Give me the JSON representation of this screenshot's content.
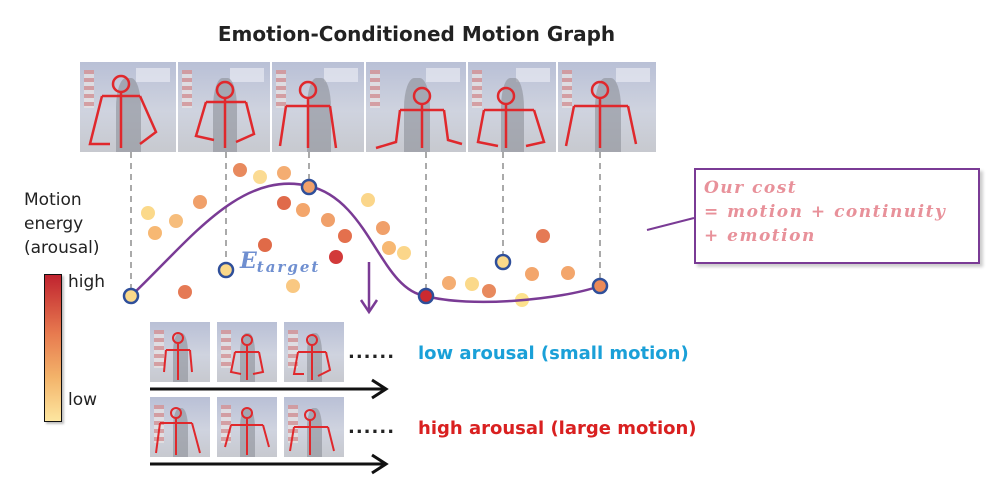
{
  "title": "Emotion-Conditioned Motion Graph",
  "y_label_lines": [
    "Motion",
    "energy",
    "(arousal)"
  ],
  "colorbar": {
    "high_label": "high",
    "low_label": "low"
  },
  "target": {
    "symbol": "E",
    "subscript": "target"
  },
  "cost_box": {
    "line1": "Our cost",
    "line2": "= motion + continuity",
    "line3": "+ emotion"
  },
  "legend": {
    "ellipsis": "......",
    "low_label": "low arousal (small motion)",
    "high_label": "high arousal (large motion)"
  },
  "colors": {
    "path": "#7a3b95",
    "node_border": "#2f4f9a",
    "guide": "#aaaaaa",
    "skeleton": "#e0282c"
  }
}
